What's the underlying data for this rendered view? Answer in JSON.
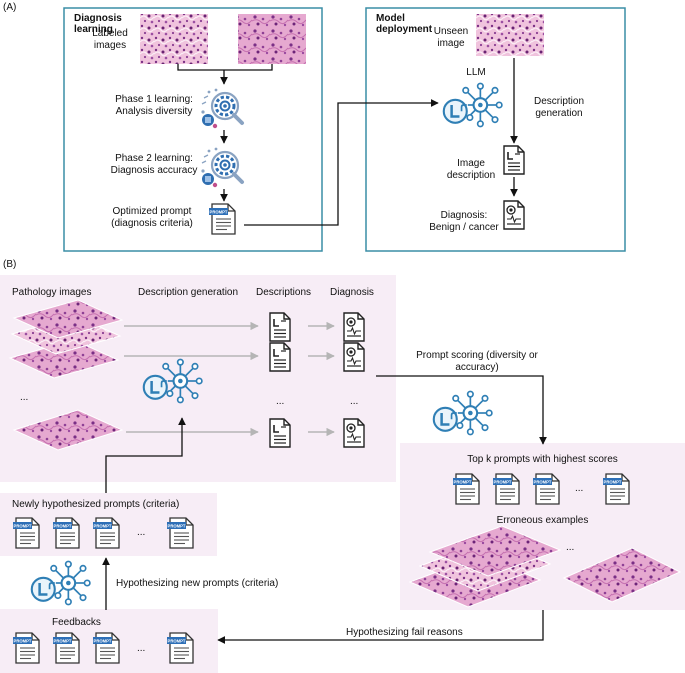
{
  "panel_a": {
    "label": "(A)",
    "diagnosis_learning": {
      "title": "Diagnosis learning",
      "labeled_images": "Labeled images",
      "phase1": "Phase 1 learning: Analysis diversity",
      "phase2": "Phase 2 learning: Diagnosis accuracy",
      "optimized_prompt": "Optimized prompt (diagnosis criteria)"
    },
    "model_deployment": {
      "title": "Model deployment",
      "unseen_image": "Unseen image",
      "llm": "LLM",
      "description_generation": "Description generation",
      "image_description": "Image description",
      "diagnosis": "Diagnosis: Benign / cancer"
    }
  },
  "panel_b": {
    "label": "(B)",
    "pathology_images": "Pathology images",
    "description_generation": "Description generation",
    "descriptions": "Descriptions",
    "diagnosis": "Diagnosis",
    "ellipsis": "...",
    "prompt_scoring": "Prompt scoring (diversity or accuracy)",
    "top_k": "Top k prompts with highest scores",
    "erroneous_examples": "Erroneous examples",
    "newly_hypothesized": "Newly hypothesized prompts (criteria)",
    "hypothesizing_new": "Hypothesizing new prompts (criteria)",
    "feedbacks": "Feedbacks",
    "hypothesizing_fail": "Hypothesizing fail reasons"
  },
  "icons": {
    "prompt_tag": "PROMPT",
    "llm_letter": "L"
  },
  "colors": {
    "panel_border": "#3a8ea6",
    "pink_background": "#f7edf6",
    "llm_blue": "#2f7fb5",
    "tissue_pink": "#d98bbf",
    "tissue_purple": "#8a3f8c",
    "arrow_gray": "#b5b5b5",
    "prompt_blue": "#2d6fb7"
  }
}
